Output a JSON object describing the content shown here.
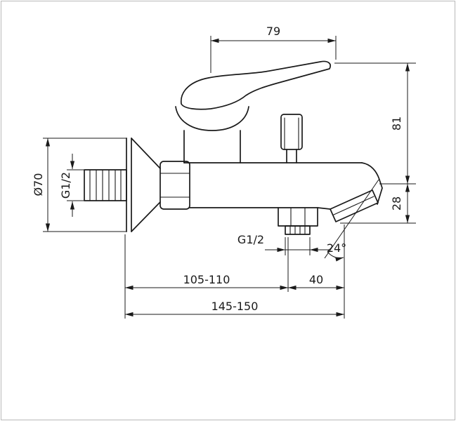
{
  "colors": {
    "line": "#1a1a1a",
    "background": "#ffffff",
    "border": "#b9b9b9"
  },
  "labels": {
    "handle_length": "79",
    "height_to_handle_top": "81",
    "spout_drop": "28",
    "flange_diameter": "Ø70",
    "wall_connection_thread": "G1/2",
    "shower_outlet_thread": "G1/2",
    "spout_angle": "24°",
    "wall_to_shower_outlet": "105-110",
    "outlet_to_spout_tip": "40",
    "total_projection": "145-150"
  }
}
